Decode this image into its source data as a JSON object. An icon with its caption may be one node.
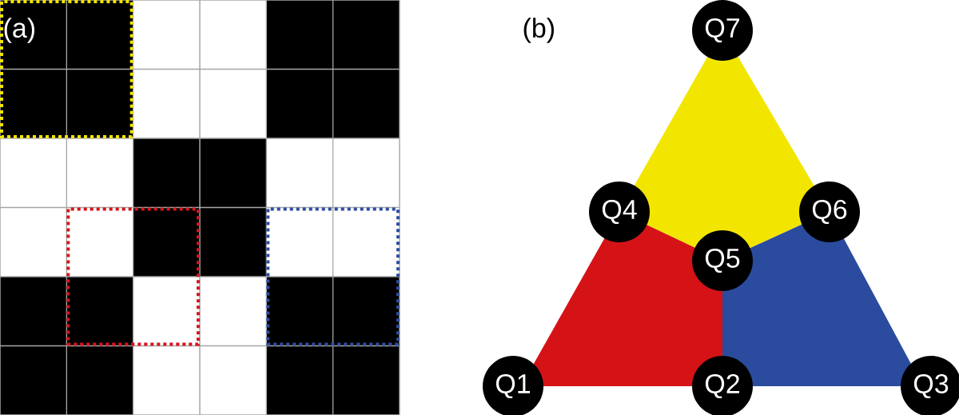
{
  "diagram": {
    "nodes": [
      {
        "text": [
          "Q7"
        ]
      },
      {
        "text": [
          "Q4"
        ]
      },
      {
        "text": [
          "Q6"
        ]
      },
      {
        "text": [
          "Q5"
        ]
      },
      {
        "text": [
          "Q1"
        ]
      },
      {
        "text": [
          "Q2"
        ]
      },
      {
        "text": [
          "Q3"
        ]
      }
    ],
    "labels": [
      "(a)",
      "(b)"
    ]
  }
}
